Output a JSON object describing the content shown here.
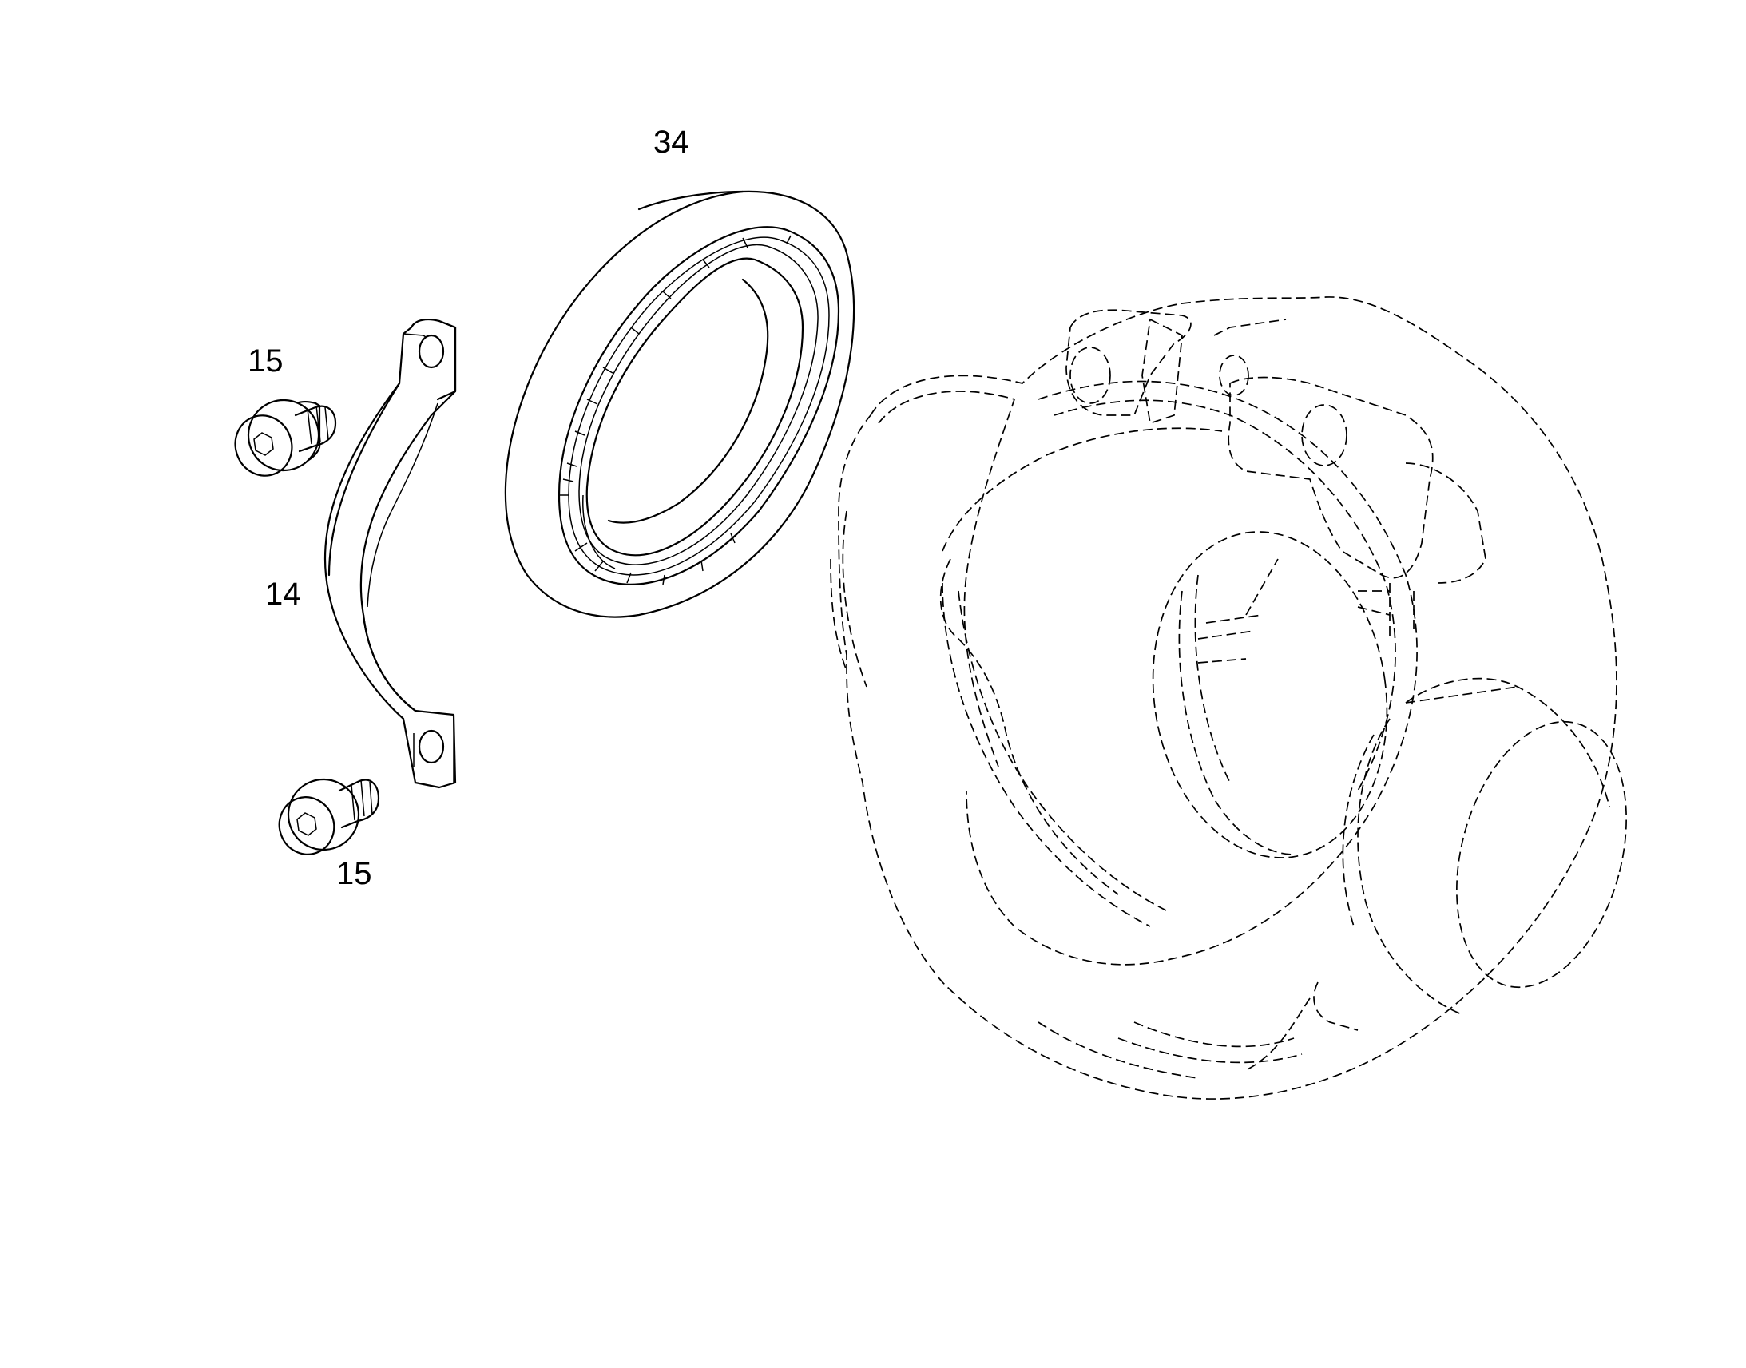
{
  "callouts": {
    "seal": "34",
    "bolt_top": "15",
    "clamp": "14",
    "bolt_bottom": "15"
  },
  "line_color": "#000000",
  "background": "#ffffff"
}
